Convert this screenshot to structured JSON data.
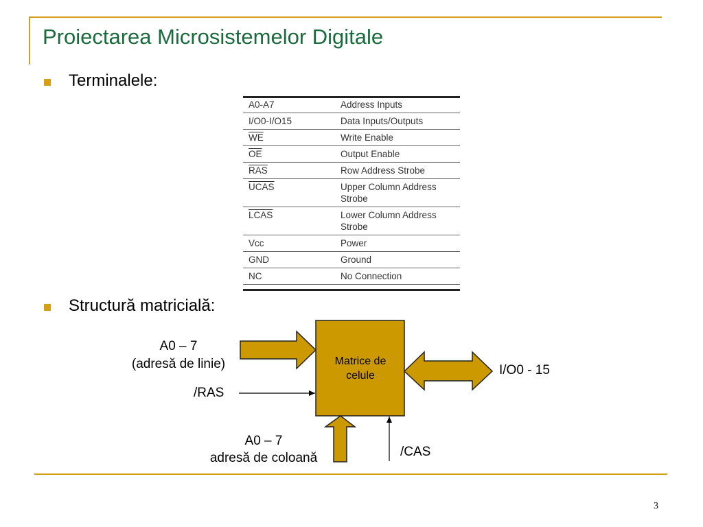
{
  "title": "Proiectarea Microsistemelor Digitale",
  "bullets": [
    "Terminalele:",
    "Structură matricială:"
  ],
  "table": {
    "rows": [
      {
        "pin": "A0-A7",
        "desc": "Address Inputs",
        "overline": false
      },
      {
        "pin": "I/O0-I/O15",
        "desc": "Data Inputs/Outputs",
        "overline": false
      },
      {
        "pin": "WE",
        "desc": "Write Enable",
        "overline": true
      },
      {
        "pin": "OE",
        "desc": "Output Enable",
        "overline": true
      },
      {
        "pin": "RAS",
        "desc": "Row Address Strobe",
        "overline": true
      },
      {
        "pin": "UCAS",
        "desc": "Upper Column Address Strobe",
        "overline": true
      },
      {
        "pin": "LCAS",
        "desc": "Lower Column Address Strobe",
        "overline": true
      },
      {
        "pin": "Vcc",
        "desc": "Power",
        "overline": false
      },
      {
        "pin": "GND",
        "desc": "Ground",
        "overline": false
      },
      {
        "pin": "NC",
        "desc": "No Connection",
        "overline": false
      }
    ]
  },
  "diagram": {
    "box_label_line1": "Matrice de",
    "box_label_line2": "celule",
    "row_addr_line1": "A0 – 7",
    "row_addr_line2": "(adresă de linie)",
    "ras_label": "/RAS",
    "io_label": "I/O0 - 15",
    "col_addr_line1": "A0 – 7",
    "col_addr_line2": "adresă de coloană",
    "cas_label": "/CAS"
  },
  "page_number": "3",
  "colors": {
    "accent": "#d4a017",
    "title": "#1a6b3c",
    "box": "#cc9900"
  }
}
